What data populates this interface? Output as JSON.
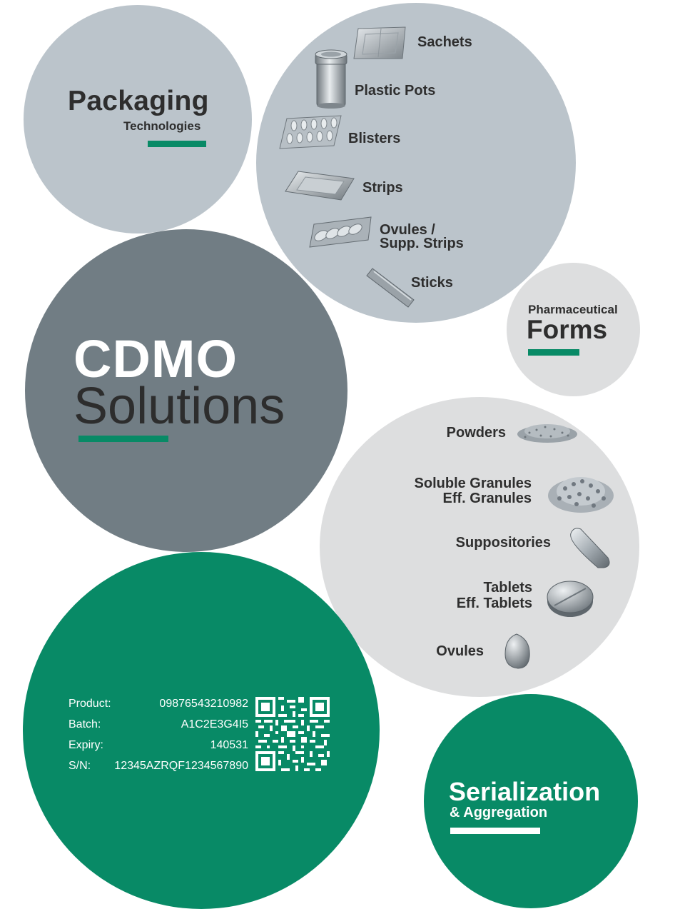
{
  "colors": {
    "green_accent": "#088a66",
    "grey_blue": "#bbc4cb",
    "light_grey": "#dddedf",
    "slate": "#717d84",
    "text_dark": "#2e2e2e"
  },
  "packaging": {
    "title": "Packaging",
    "subtitle": "Technologies",
    "items": [
      "Sachets",
      "Plastic Pots",
      "Blisters",
      "Strips",
      "Ovules /",
      "Supp. Strips",
      "Sticks"
    ]
  },
  "forms": {
    "subtitle": "Pharmaceutical",
    "title": "Forms",
    "items": [
      "Powders",
      "Soluble Granules",
      "Eff. Granules",
      "Suppositories",
      "Tablets",
      "Eff. Tablets",
      "Ovules"
    ]
  },
  "cdmo": {
    "line1": "CDMO",
    "line2": "Solutions"
  },
  "product_code": {
    "rows": [
      {
        "label": "Product:",
        "value": "09876543210982"
      },
      {
        "label": "Batch:",
        "value": "A1C2E3G4I5"
      },
      {
        "label": "Expiry:",
        "value": "140531"
      },
      {
        "label": "S/N:",
        "value": "12345AZRQF1234567890"
      }
    ],
    "qr_icon": "qr-code-icon"
  },
  "serialization": {
    "title": "Serialization",
    "subtitle": "& Aggregation"
  }
}
